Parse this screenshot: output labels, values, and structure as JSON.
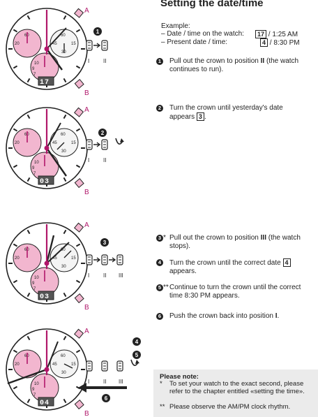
{
  "title": "Setting the date/time",
  "example": {
    "label": "Example:",
    "line1_label": "– Date / time on the watch:",
    "line1_date": "17",
    "line1_time": "/ 1:25 AM",
    "line2_label": "– Present date / time:",
    "line2_date": "4",
    "line2_time": "/ 8:30 PM"
  },
  "steps": [
    {
      "num": "1",
      "mark": "",
      "text": "Pull out the crown to position ",
      "bold": "II",
      "text2": " (the watch continues to run)."
    },
    {
      "num": "2",
      "mark": "",
      "text": "Turn the crown until yesterday's date appears ",
      "box": "3",
      "text2": "."
    },
    {
      "num": "3",
      "mark": "*",
      "text": "Pull out the crown to position ",
      "bold": "III",
      "text2": " (the watch stops)."
    },
    {
      "num": "4",
      "mark": "",
      "text": "Turn the crown until the correct date ",
      "box": "4",
      "text2": " appears."
    },
    {
      "num": "5",
      "mark": "**",
      "text": "Continue to turn the crown until the correct time 8:30 PM appears."
    },
    {
      "num": "6",
      "mark": "",
      "text": "Push the crown back into position ",
      "bold": "I",
      "text2": "."
    }
  ],
  "note": {
    "heading": "Please note:",
    "items": [
      {
        "mark": "*",
        "text": "To set your watch to the exact second, please refer to the chapter entitled «setting the time»."
      },
      {
        "mark": "**",
        "text": "Please observe the AM/PM clock rhythm."
      }
    ]
  },
  "figures": [
    {
      "date": "17",
      "pushers": [
        "A",
        "B"
      ],
      "positions": [
        "I",
        "II"
      ],
      "callouts": [
        "1"
      ]
    },
    {
      "date": "03",
      "pushers": [
        "A",
        "B"
      ],
      "positions": [
        "I",
        "II"
      ],
      "callouts": [
        "2"
      ]
    },
    {
      "date": "03",
      "pushers": [
        "A",
        "B"
      ],
      "positions": [
        "I",
        "II",
        "III"
      ],
      "callouts": [
        "3"
      ]
    },
    {
      "date": "04",
      "pushers": [
        "A",
        "B"
      ],
      "positions": [
        "I",
        "II",
        "III"
      ],
      "callouts": [
        "4",
        "5",
        "6"
      ]
    }
  ],
  "subdial_labels": [
    "60",
    "45",
    "15",
    "30",
    "20",
    "10",
    "9",
    "7",
    "8"
  ],
  "colors": {
    "accent": "#b0176a",
    "pink": "#f2b6cf",
    "ink": "#222222"
  }
}
